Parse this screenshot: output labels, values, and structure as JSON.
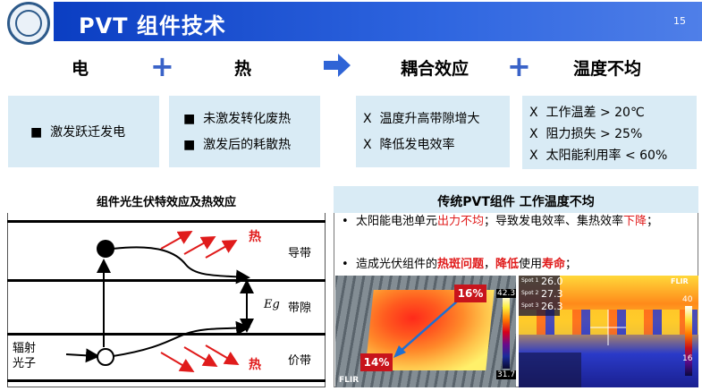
{
  "header": {
    "title": "PVT 组件技术",
    "slide_number": "15"
  },
  "flow": {
    "item1": "电",
    "item2": "热",
    "item3": "耦合效应",
    "item4": "温度不均",
    "plus": "+"
  },
  "boxes": {
    "box1": {
      "bullet": "■",
      "text": "激发跃迁发电"
    },
    "box2": {
      "bullet": "■",
      "line1": "未激发转化废热",
      "line2": "激发后的耗散热"
    },
    "box3": {
      "mark": "X",
      "line1": "温度升高带隙增大",
      "line2": "降低发电效率"
    },
    "box4": {
      "mark": "X",
      "line1": "工作温差 > 20℃",
      "line2": "阻力损失 > 25%",
      "line3": "太阳能利用率 < 60%"
    }
  },
  "diagram": {
    "title": "组件光生伏特效应及热效应",
    "heat1": "热",
    "heat2": "热",
    "conduction": "导带",
    "eg_symbol": "Eg",
    "bandgap": "带隙",
    "valence": "价带",
    "photon": "辐射\n光子"
  },
  "right_panel": {
    "title": "传统PVT组件 工作温度不均",
    "bullet1_a": "太阳能电池单元",
    "bullet1_red1": "出力不均",
    "bullet1_b": "；导致发电效率、集热效率",
    "bullet1_red2": "下降",
    "bullet1_c": "；",
    "bullet2_a": "造成光伏组件的",
    "bullet2_red1": "热斑问题",
    "bullet2_b": "，",
    "bullet2_red2": "降低",
    "bullet2_c": "使用",
    "bullet2_red3": "寿命",
    "bullet2_d": "；",
    "thermal1": {
      "high": "16%",
      "low": "14%",
      "scale_top": "42.3",
      "scale_bottom": "31.7",
      "brand": "FLIR"
    },
    "thermal2": {
      "spot1": "26.0",
      "spot2": "27.3",
      "spot3": "26.3",
      "spot1_label": "Spot 1",
      "spot2_label": "Spot 2",
      "spot3_label": "Spot 3",
      "scale_top": "40",
      "scale_bottom": "16",
      "brand": "FLIR"
    }
  }
}
